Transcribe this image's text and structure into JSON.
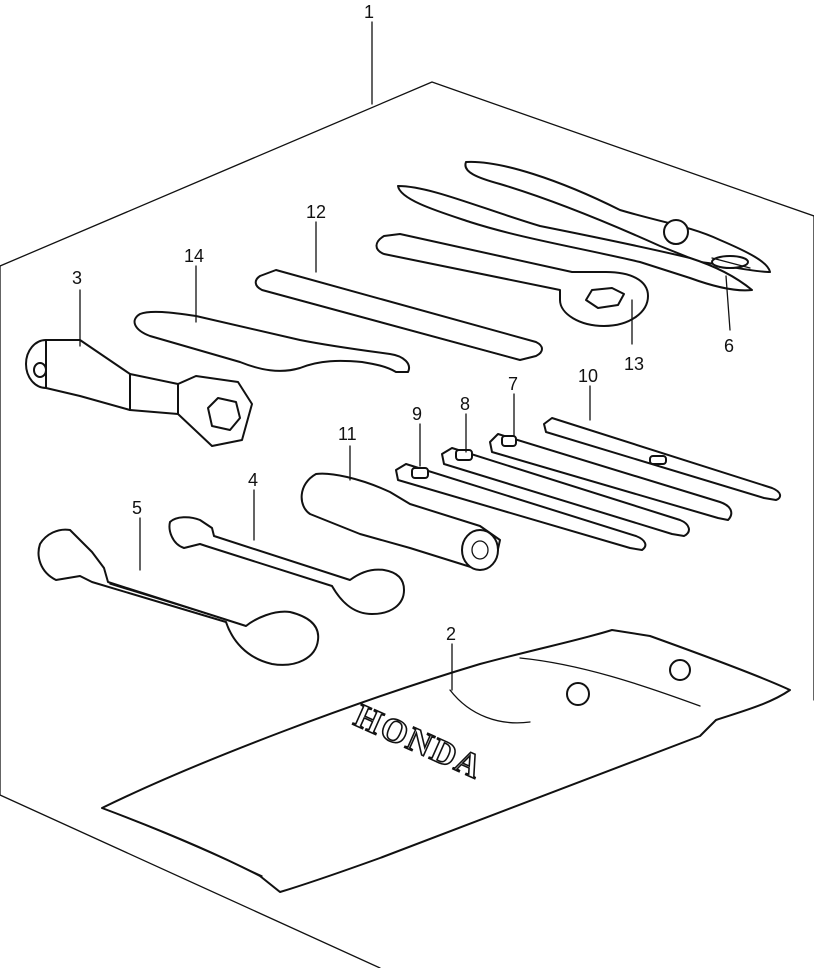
{
  "callouts": {
    "c1": "1",
    "c2": "2",
    "c3": "3",
    "c4": "4",
    "c5": "5",
    "c6": "6",
    "c7": "7",
    "c8": "8",
    "c9": "9",
    "c10": "10",
    "c11": "11",
    "c12": "12",
    "c13": "13",
    "c14": "14"
  },
  "bag": {
    "brand": "HONDA"
  },
  "icons": {
    "pliers": "pliers-icon",
    "spark-plug-wrench": "spark-plug-wrench-icon",
    "open-end-wrench": "open-end-wrench-icon",
    "screwdriver": "screwdriver-icon",
    "tool-bag": "tool-bag-icon"
  }
}
